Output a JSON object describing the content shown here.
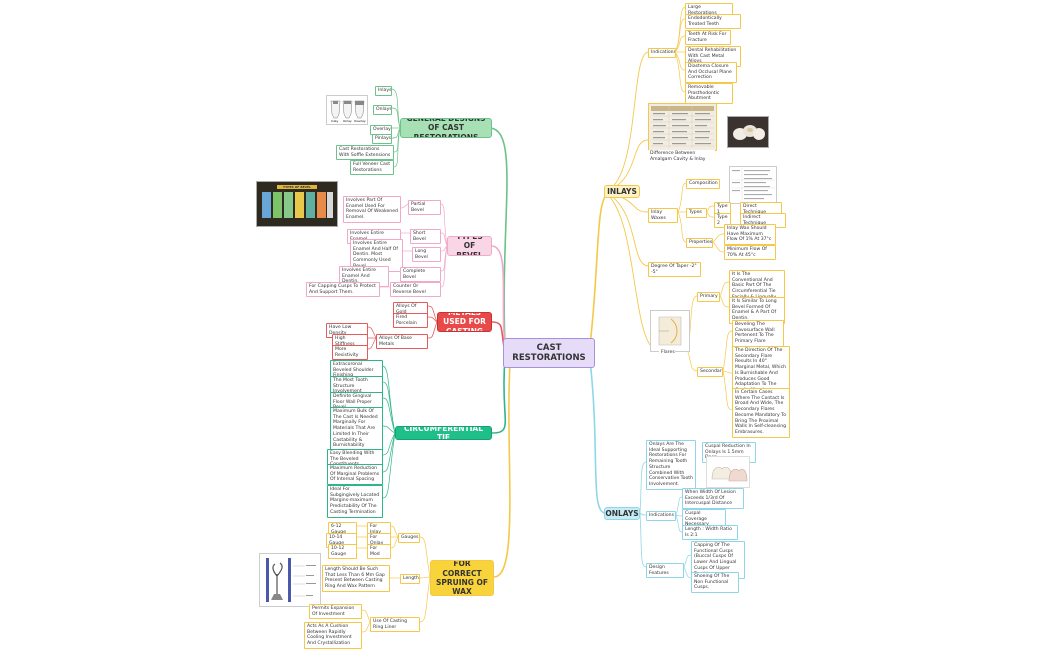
{
  "root": "CAST RESTORATIONS",
  "branches": {
    "inlays": "INLAYS",
    "onlays": "ONLAYS",
    "general": "GENERAL DESIGNS OF CAST RESTORATIONS",
    "bevel": "TYPES OF BEVEL",
    "metals": "METALS USED FOR CASTING",
    "circ": "CIRCUMFERENTIAL TIE",
    "sprue": "PRINCIPLES FOR CORRECT SPRUING OF WAX PATTERN"
  },
  "inlays": {
    "indications": "Indications",
    "ind_items": [
      "Large Restorations",
      "Endodontically Treated Teeth",
      "Teeth At Risk For Fracture",
      "Dental Rehabilitation With Cast Metal Alloys",
      "Diastema Closure And Occlusal Plane Correction",
      "Removable Prosthodontic Abutment"
    ],
    "diff": "Difference Between Amalgam Cavity & Inlay",
    "inlay_waxes": "Inlay Waxes",
    "composition": "Composition",
    "types": "Types",
    "type1": "Type 1",
    "type1_val": "Direct Technique",
    "type2": "Type 2",
    "type2_val": "Indirect Technique",
    "properties": "Properties",
    "prop1": "Inlay Wax Should Have Maximum Flow Of 1% At 37°c",
    "prop2": "Minimum Flow Of 70% At 45°c",
    "taper": "Degree Of Taper -2° -5°",
    "flares": "Flares",
    "primary": "Primary",
    "prim1": "It Is The Conventional And Basic Part Of The Circumferential Tie Facially & Lingually",
    "prim2": "It Is Similar To Long Bevel Formed Of Enamel & A Part Of Dentin.",
    "secondary": "Secondary",
    "sec1": "Beveling The Cavosurface Wall Pertenent To The Primary Flare",
    "sec2": "The Direction Of The Secondary Flare Results In 40° Marginal Metal, Which Is Burnishable And Produces Good Adaptation To The Cavity Margin.",
    "sec3": "In Certain Cases Where The Contact Is Broad And Wide, The Secondary Flares Become Mandatory To Bring The Proximal Walls In Self-cleansing Embrasures."
  },
  "onlays": {
    "ideal": "Onlays Are The Ideal Supporting Restorations For Remaining Tooth Structure Combined With Conservative Tooth Involvement.",
    "cuspal": "Cuspal Reduction In Onlays Is 1.5mm Deep.",
    "indications": "Indications",
    "ind1": "When Width Of Lesion Exceeds 1/3rd Of Intercuspal Distance",
    "ind2": "Cuspal Coverage Necessary",
    "ind3": "Length : Width Ratio Is 2:1",
    "design": "Design Features",
    "des1": "Capping Of The Functional Cusps (Buccal Cusps Of Lower And Lingual Cusps Of Upper Teeth)",
    "des2": "Shoeing Of The Non Functional Cusps."
  },
  "general": {
    "items": [
      "Inlays",
      "Onlays",
      "Overlays",
      "Pinlays",
      "Cast Restorations With Soffle Extensions",
      "Full Veneer Cast Restorations"
    ]
  },
  "bevel": {
    "partial": "Partial Bevel",
    "partial_desc": "Involves Part Of Enamel Used For Removal Of Weakened Enamel.",
    "short": "Short Bevel",
    "short_desc": "Involves Entire Enamel.",
    "long": "Long Bevel",
    "long_desc": "Involves Entire Enamel And Half Of Dentin. Most Commonly Used Bevel.",
    "complete": "Complete Bevel",
    "complete_desc": "Involves Entire Enamel And Dentin.",
    "counter": "Counter Or Reverse Bevel",
    "counter_desc": "For Capping Cusps To Protect And Support Them."
  },
  "metals": {
    "gold": "Alloys Of Gold",
    "porcelain": "Fired Porcelain",
    "base": "Alloys Of Base Metals",
    "base_items": [
      "Have Low Density",
      "High Stiffness",
      "More Resistivity"
    ]
  },
  "circ": {
    "items": [
      "Extracoronal Beveled Shoulder Finishing",
      "The Most Tooth Structure Involvement",
      "Definite Gingival Floor Wall Proper Bevel",
      "Maximum Bulk Of The Cast Is Needed Marginally For Materials That Are Limited In Their Castability & Burnishability",
      "Easy Blending With The Beveled Constituents",
      "Maximum Reduction Of Marginal Problems Of Internal Spacing",
      "Ideal For Subgingively Located Margins-maximum Predictability Of The Casting Termination"
    ]
  },
  "sprue": {
    "gauges": "Gauges",
    "gauge_rows": [
      {
        "gauge": "6-12 Gauge",
        "for": "For Inlay"
      },
      {
        "gauge": "10-14 Gauge",
        "for": "For Onlay"
      },
      {
        "gauge": "10-12 Gauge",
        "for": "For Mod"
      }
    ],
    "length": "Length",
    "length_desc": "Length Should Be Such That Less Than 6 Mm Gap Present Between Casting Ring And Wax Pattern",
    "liner": "Use Of Casting Ring Liner",
    "liner1": "Permits Expansion Of Investment",
    "liner2": "Acts As A Cushion Between Rapidly Cooling Investment And Crystallization"
  },
  "images": {
    "bevel_chart_title": "TYPES OF BEVEL",
    "teeth_labels": [
      "Inlay",
      "Onlay",
      "Overlay"
    ]
  },
  "colors": {
    "inlays": "#f5c84a",
    "onlays": "#8fd6e8",
    "general": "#6cc28a",
    "bevel": "#f0a9c8",
    "metals": "#e45b5b",
    "circ": "#2fb58a",
    "sprue": "#f5c84a",
    "root": "#e6dcf8"
  }
}
